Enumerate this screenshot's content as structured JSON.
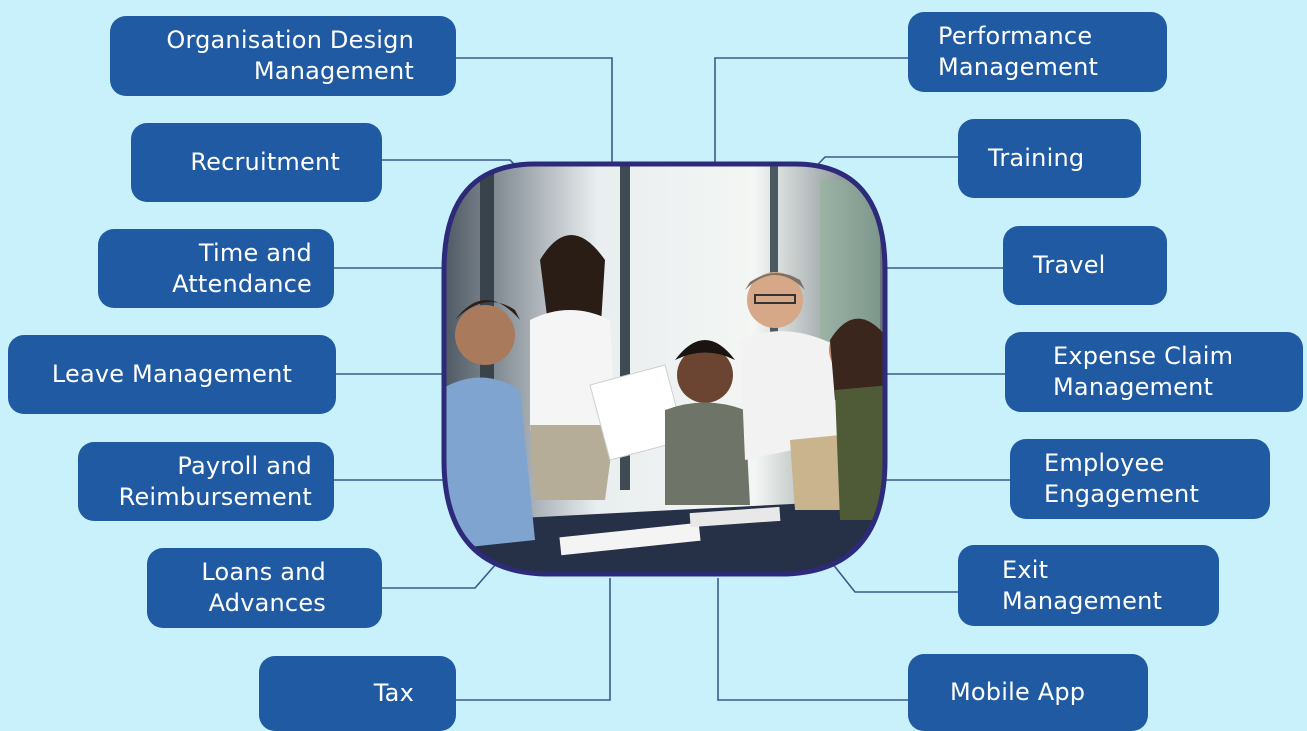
{
  "colors": {
    "background": "#c8f1fb",
    "box_fill": "#1f5aa3",
    "box_text": "#ffffff",
    "connector": "#3a5a8c",
    "photo_frame": "#2e2a7a"
  },
  "hub": {
    "image_description_icon": "team-meeting-photo"
  },
  "modules_left": [
    {
      "line1": "Organisation Design",
      "line2": "Management"
    },
    {
      "line1": "Recruitment",
      "line2": ""
    },
    {
      "line1": "Time and",
      "line2": "Attendance"
    },
    {
      "line1": "Leave Management",
      "line2": ""
    },
    {
      "line1": "Payroll and",
      "line2": "Reimbursement"
    },
    {
      "line1": "Loans and",
      "line2": "Advances"
    },
    {
      "line1": "Tax",
      "line2": ""
    }
  ],
  "modules_right": [
    {
      "line1": "Performance",
      "line2": "Management"
    },
    {
      "line1": "Training",
      "line2": ""
    },
    {
      "line1": "Travel",
      "line2": ""
    },
    {
      "line1": "Expense Claim",
      "line2": "Management"
    },
    {
      "line1": "Employee",
      "line2": "Engagement"
    },
    {
      "line1": "Exit",
      "line2": "Management"
    },
    {
      "line1": "Mobile App",
      "line2": ""
    }
  ]
}
